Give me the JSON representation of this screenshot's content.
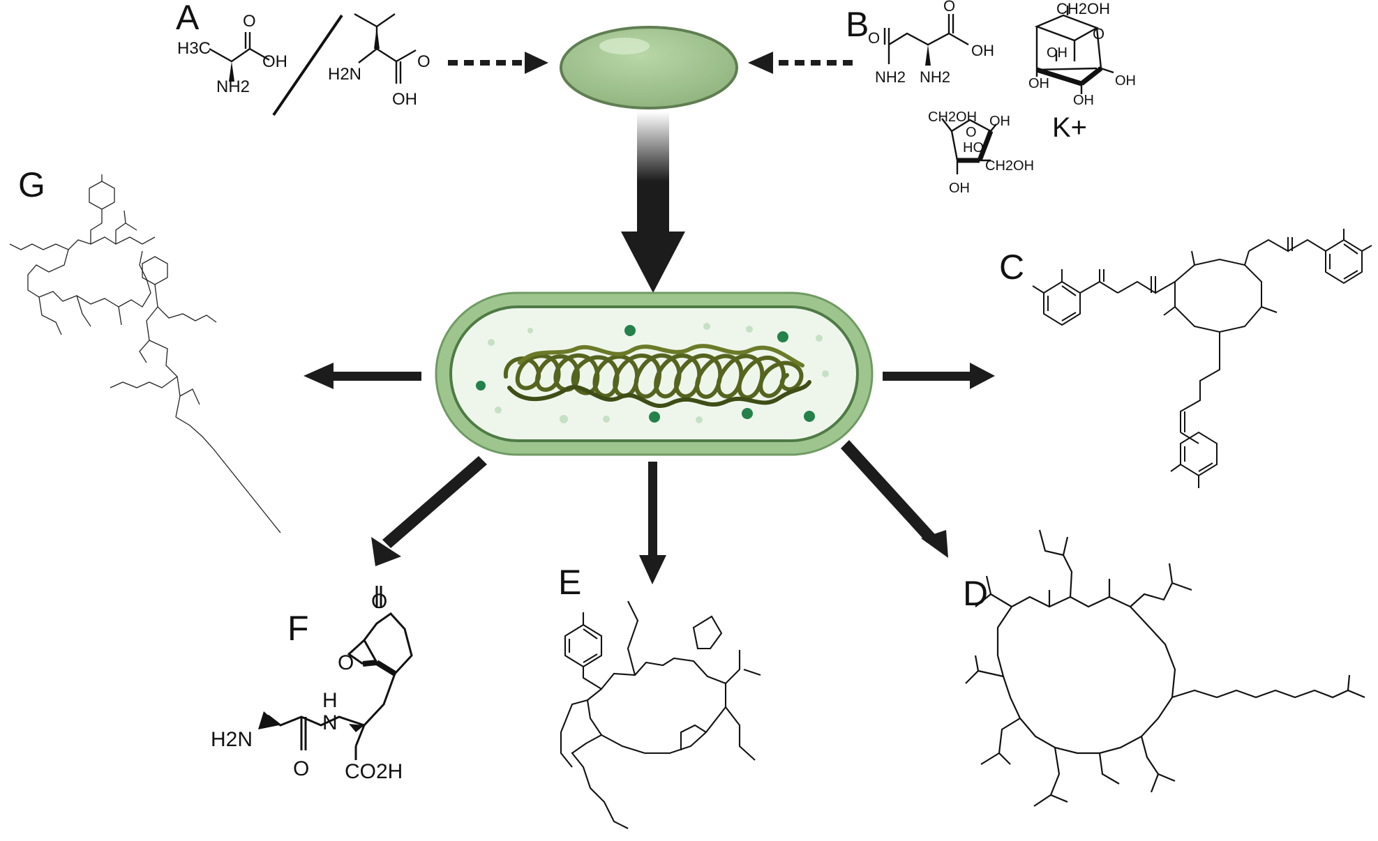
{
  "panels": {
    "A": {
      "letter": "A",
      "mol1": {
        "h3c": "H3C",
        "oh": "OH",
        "o": "O",
        "nh2": "NH2"
      },
      "mol2": {
        "h2n": "H2N",
        "o": "O",
        "oh": "OH"
      }
    },
    "B": {
      "letter": "B",
      "asn": {
        "h2n": "NH2",
        "nh2": "NH2",
        "o1": "O",
        "o2": "O",
        "oh": "OH"
      },
      "glucose": {
        "ch2oh": "CH2OH",
        "o": "O",
        "oh": [
          "OH",
          "OH",
          "OH",
          "OH"
        ]
      },
      "fructose": {
        "ch2oh": "CH2OH",
        "o": "O",
        "oh": [
          "OH",
          "HO",
          "OH"
        ],
        "ch2oh2": "CH2OH"
      },
      "ion": "K+"
    },
    "C": {
      "letter": "C"
    },
    "D": {
      "letter": "D"
    },
    "E": {
      "letter": "E"
    },
    "F": {
      "letter": "F",
      "o_top": "O",
      "o_ep": "O",
      "h2n": "H2N",
      "nh": "N",
      "h": "H",
      "o_am": "O",
      "co2h": "CO2H"
    },
    "G": {
      "letter": "G"
    }
  },
  "colors": {
    "cell_green": "#a9c99a",
    "cell_outline": "#557a4a",
    "dna": "#55641e",
    "arrow": "#1c1c1c"
  }
}
